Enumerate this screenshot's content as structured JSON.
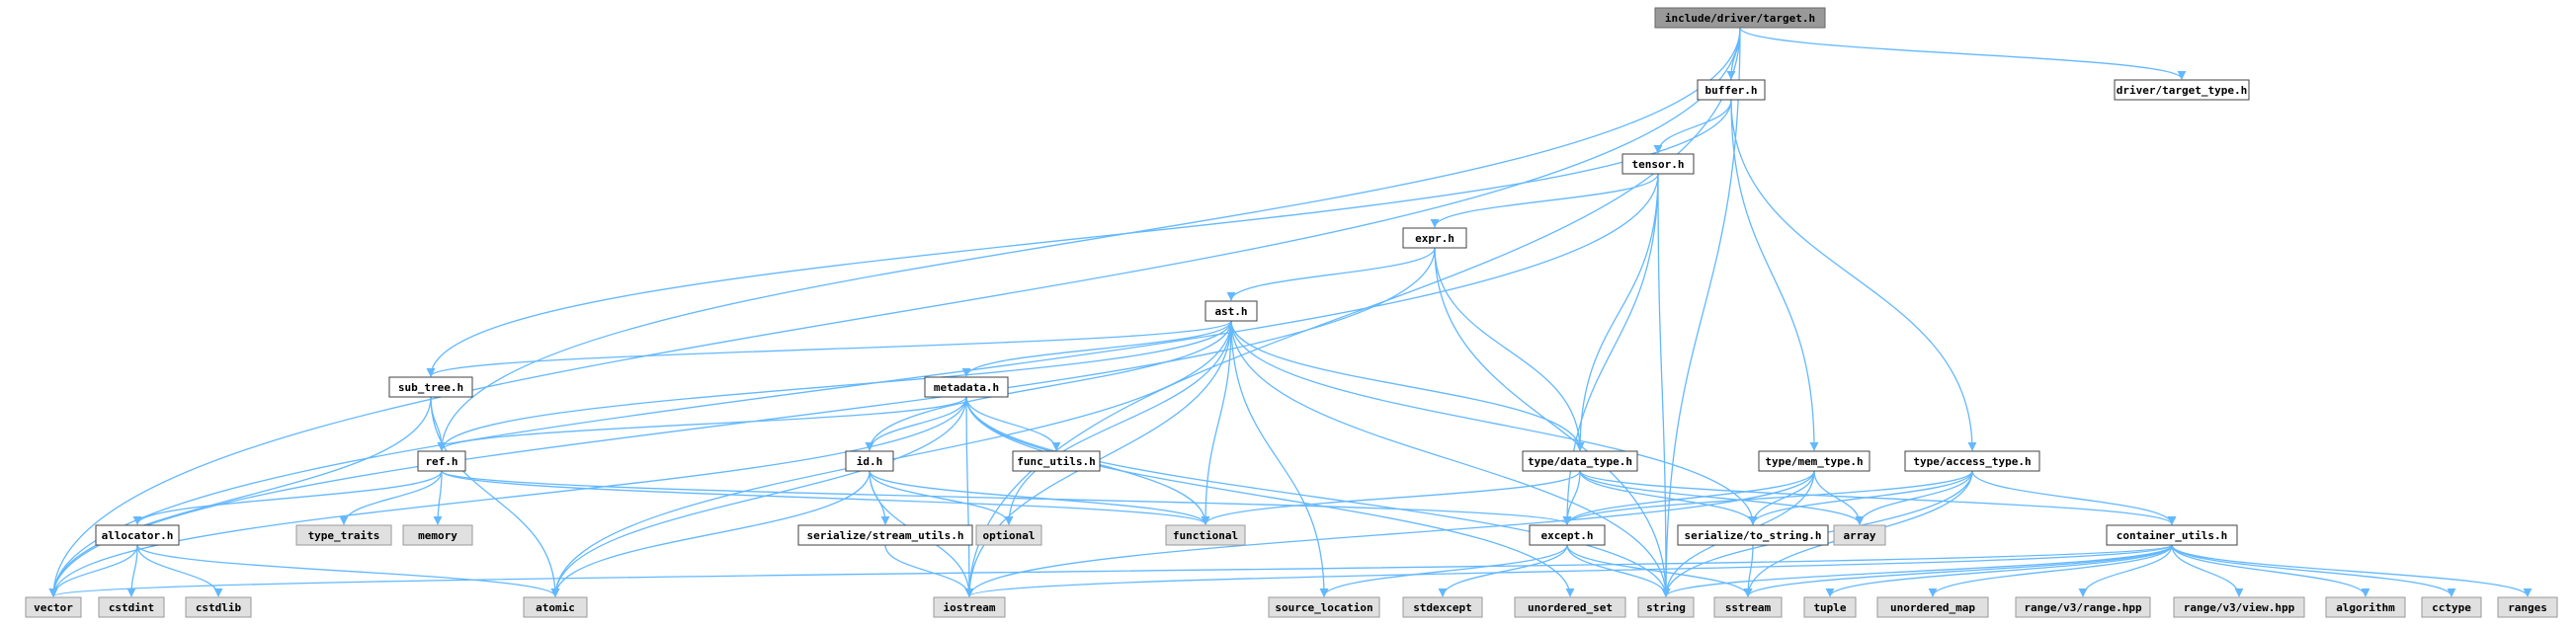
{
  "colors": {
    "edge": "#63b8ff",
    "root_fill": "#999999",
    "system_fill": "#e0e0e0",
    "header_fill": "#ffffff"
  },
  "nodes": [
    {
      "id": "target",
      "label": "include/driver/target.h",
      "kind": "root"
    },
    {
      "id": "buffer",
      "label": "buffer.h",
      "kind": "header"
    },
    {
      "id": "target_type",
      "label": "driver/target_type.h",
      "kind": "header"
    },
    {
      "id": "tensor",
      "label": "tensor.h",
      "kind": "header"
    },
    {
      "id": "expr",
      "label": "expr.h",
      "kind": "header"
    },
    {
      "id": "ast",
      "label": "ast.h",
      "kind": "header"
    },
    {
      "id": "sub_tree",
      "label": "sub_tree.h",
      "kind": "header"
    },
    {
      "id": "metadata",
      "label": "metadata.h",
      "kind": "header"
    },
    {
      "id": "ref",
      "label": "ref.h",
      "kind": "header"
    },
    {
      "id": "id",
      "label": "id.h",
      "kind": "header"
    },
    {
      "id": "func_utils",
      "label": "func_utils.h",
      "kind": "header"
    },
    {
      "id": "data_type",
      "label": "type/data_type.h",
      "kind": "header"
    },
    {
      "id": "mem_type",
      "label": "type/mem_type.h",
      "kind": "header"
    },
    {
      "id": "access_type",
      "label": "type/access_type.h",
      "kind": "header"
    },
    {
      "id": "allocator",
      "label": "allocator.h",
      "kind": "header"
    },
    {
      "id": "type_traits",
      "label": "type_traits",
      "kind": "system"
    },
    {
      "id": "memory",
      "label": "memory",
      "kind": "system"
    },
    {
      "id": "stream_utils",
      "label": "serialize/stream_utils.h",
      "kind": "header"
    },
    {
      "id": "optional",
      "label": "optional",
      "kind": "system"
    },
    {
      "id": "functional",
      "label": "functional",
      "kind": "system"
    },
    {
      "id": "except",
      "label": "except.h",
      "kind": "header"
    },
    {
      "id": "to_string",
      "label": "serialize/to_string.h",
      "kind": "header"
    },
    {
      "id": "array",
      "label": "array",
      "kind": "system"
    },
    {
      "id": "container_utils",
      "label": "container_utils.h",
      "kind": "header"
    },
    {
      "id": "vector",
      "label": "vector",
      "kind": "system"
    },
    {
      "id": "cstdint",
      "label": "cstdint",
      "kind": "system"
    },
    {
      "id": "cstdlib",
      "label": "cstdlib",
      "kind": "system"
    },
    {
      "id": "atomic",
      "label": "atomic",
      "kind": "system"
    },
    {
      "id": "iostream",
      "label": "iostream",
      "kind": "system"
    },
    {
      "id": "source_location",
      "label": "source_location",
      "kind": "system"
    },
    {
      "id": "stdexcept",
      "label": "stdexcept",
      "kind": "system"
    },
    {
      "id": "unordered_set",
      "label": "unordered_set",
      "kind": "system"
    },
    {
      "id": "string",
      "label": "string",
      "kind": "system"
    },
    {
      "id": "sstream",
      "label": "sstream",
      "kind": "system"
    },
    {
      "id": "tuple",
      "label": "tuple",
      "kind": "system"
    },
    {
      "id": "unordered_map",
      "label": "unordered_map",
      "kind": "system"
    },
    {
      "id": "range_hpp",
      "label": "range/v3/range.hpp",
      "kind": "system"
    },
    {
      "id": "view_hpp",
      "label": "range/v3/view.hpp",
      "kind": "system"
    },
    {
      "id": "algorithm",
      "label": "algorithm",
      "kind": "system"
    },
    {
      "id": "cctype",
      "label": "cctype",
      "kind": "system"
    },
    {
      "id": "ranges",
      "label": "ranges",
      "kind": "system"
    }
  ],
  "edges": [
    [
      "target",
      "buffer"
    ],
    [
      "target",
      "target_type"
    ],
    [
      "target",
      "vector"
    ],
    [
      "target",
      "ref"
    ],
    [
      "target",
      "iostream"
    ],
    [
      "target",
      "string"
    ],
    [
      "buffer",
      "tensor"
    ],
    [
      "buffer",
      "mem_type"
    ],
    [
      "buffer",
      "access_type"
    ],
    [
      "buffer",
      "sub_tree"
    ],
    [
      "tensor",
      "expr"
    ],
    [
      "tensor",
      "data_type"
    ],
    [
      "tensor",
      "except"
    ],
    [
      "tensor",
      "string"
    ],
    [
      "tensor",
      "vector"
    ],
    [
      "expr",
      "ast"
    ],
    [
      "expr",
      "data_type"
    ],
    [
      "expr",
      "string"
    ],
    [
      "expr",
      "vector"
    ],
    [
      "ast",
      "sub_tree"
    ],
    [
      "ast",
      "metadata"
    ],
    [
      "ast",
      "ref"
    ],
    [
      "ast",
      "id"
    ],
    [
      "ast",
      "data_type"
    ],
    [
      "ast",
      "to_string"
    ],
    [
      "ast",
      "optional"
    ],
    [
      "ast",
      "functional"
    ],
    [
      "ast",
      "atomic"
    ],
    [
      "ast",
      "iostream"
    ],
    [
      "ast",
      "source_location"
    ],
    [
      "ast",
      "string"
    ],
    [
      "sub_tree",
      "ref"
    ],
    [
      "sub_tree",
      "vector"
    ],
    [
      "sub_tree",
      "atomic"
    ],
    [
      "metadata",
      "ref"
    ],
    [
      "metadata",
      "id"
    ],
    [
      "metadata",
      "func_utils"
    ],
    [
      "metadata",
      "functional"
    ],
    [
      "metadata",
      "atomic"
    ],
    [
      "metadata",
      "iostream"
    ],
    [
      "metadata",
      "vector"
    ],
    [
      "metadata",
      "unordered_set"
    ],
    [
      "metadata",
      "string"
    ],
    [
      "ref",
      "allocator"
    ],
    [
      "ref",
      "type_traits"
    ],
    [
      "ref",
      "memory"
    ],
    [
      "ref",
      "functional"
    ],
    [
      "ref",
      "except"
    ],
    [
      "id",
      "stream_utils"
    ],
    [
      "id",
      "optional"
    ],
    [
      "id",
      "functional"
    ],
    [
      "id",
      "atomic"
    ],
    [
      "id",
      "iostream"
    ],
    [
      "data_type",
      "except"
    ],
    [
      "data_type",
      "to_string"
    ],
    [
      "data_type",
      "functional"
    ],
    [
      "data_type",
      "container_utils"
    ],
    [
      "data_type",
      "array"
    ],
    [
      "mem_type",
      "except"
    ],
    [
      "mem_type",
      "to_string"
    ],
    [
      "mem_type",
      "array"
    ],
    [
      "mem_type",
      "iostream"
    ],
    [
      "mem_type",
      "string"
    ],
    [
      "access_type",
      "except"
    ],
    [
      "access_type",
      "to_string"
    ],
    [
      "access_type",
      "container_utils"
    ],
    [
      "access_type",
      "array"
    ],
    [
      "access_type",
      "string"
    ],
    [
      "access_type",
      "sstream"
    ],
    [
      "allocator",
      "vector"
    ],
    [
      "allocator",
      "cstdint"
    ],
    [
      "allocator",
      "cstdlib"
    ],
    [
      "allocator",
      "atomic"
    ],
    [
      "stream_utils",
      "iostream"
    ],
    [
      "except",
      "source_location"
    ],
    [
      "except",
      "stdexcept"
    ],
    [
      "except",
      "string"
    ],
    [
      "except",
      "sstream"
    ],
    [
      "to_string",
      "sstream"
    ],
    [
      "container_utils",
      "iostream"
    ],
    [
      "container_utils",
      "string"
    ],
    [
      "container_utils",
      "sstream"
    ],
    [
      "container_utils",
      "tuple"
    ],
    [
      "container_utils",
      "unordered_map"
    ],
    [
      "container_utils",
      "range_hpp"
    ],
    [
      "container_utils",
      "view_hpp"
    ],
    [
      "container_utils",
      "algorithm"
    ],
    [
      "container_utils",
      "cctype"
    ],
    [
      "container_utils",
      "ranges"
    ],
    [
      "container_utils",
      "vector"
    ]
  ]
}
